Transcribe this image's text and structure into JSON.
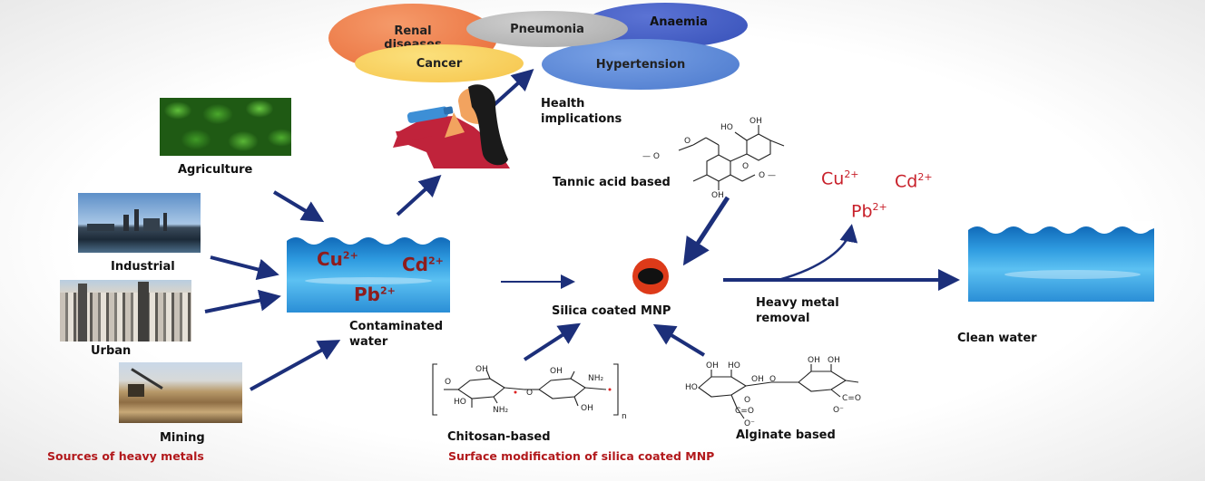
{
  "diseases": {
    "renal": "Renal\ndiseases",
    "pneumonia": "Pneumonia",
    "anaemia": "Anaemia",
    "cancer": "Cancer",
    "hypertension": "Hypertension"
  },
  "labels": {
    "health": "Health\nimplications",
    "agriculture": "Agriculture",
    "industrial": "Industrial",
    "urban": "Urban",
    "mining": "Mining",
    "contaminated": "Contaminated\nwater",
    "silica": "Silica coated MNP",
    "heavy_metal": "Heavy metal\nremoval",
    "clean_water": "Clean water",
    "tannic": "Tannic acid based",
    "chitosan": "Chitosan-based",
    "alginate": "Alginate based"
  },
  "captions": {
    "sources": "Sources of heavy metals",
    "surface": "Surface modification of silica coated MNP"
  },
  "ions": {
    "cu": "Cu",
    "cd": "Cd",
    "pb": "Pb",
    "charge": "2+"
  },
  "colors": {
    "arrow": "#1c2f7a",
    "caption": "#b2191c",
    "ion": "#c8202a"
  }
}
